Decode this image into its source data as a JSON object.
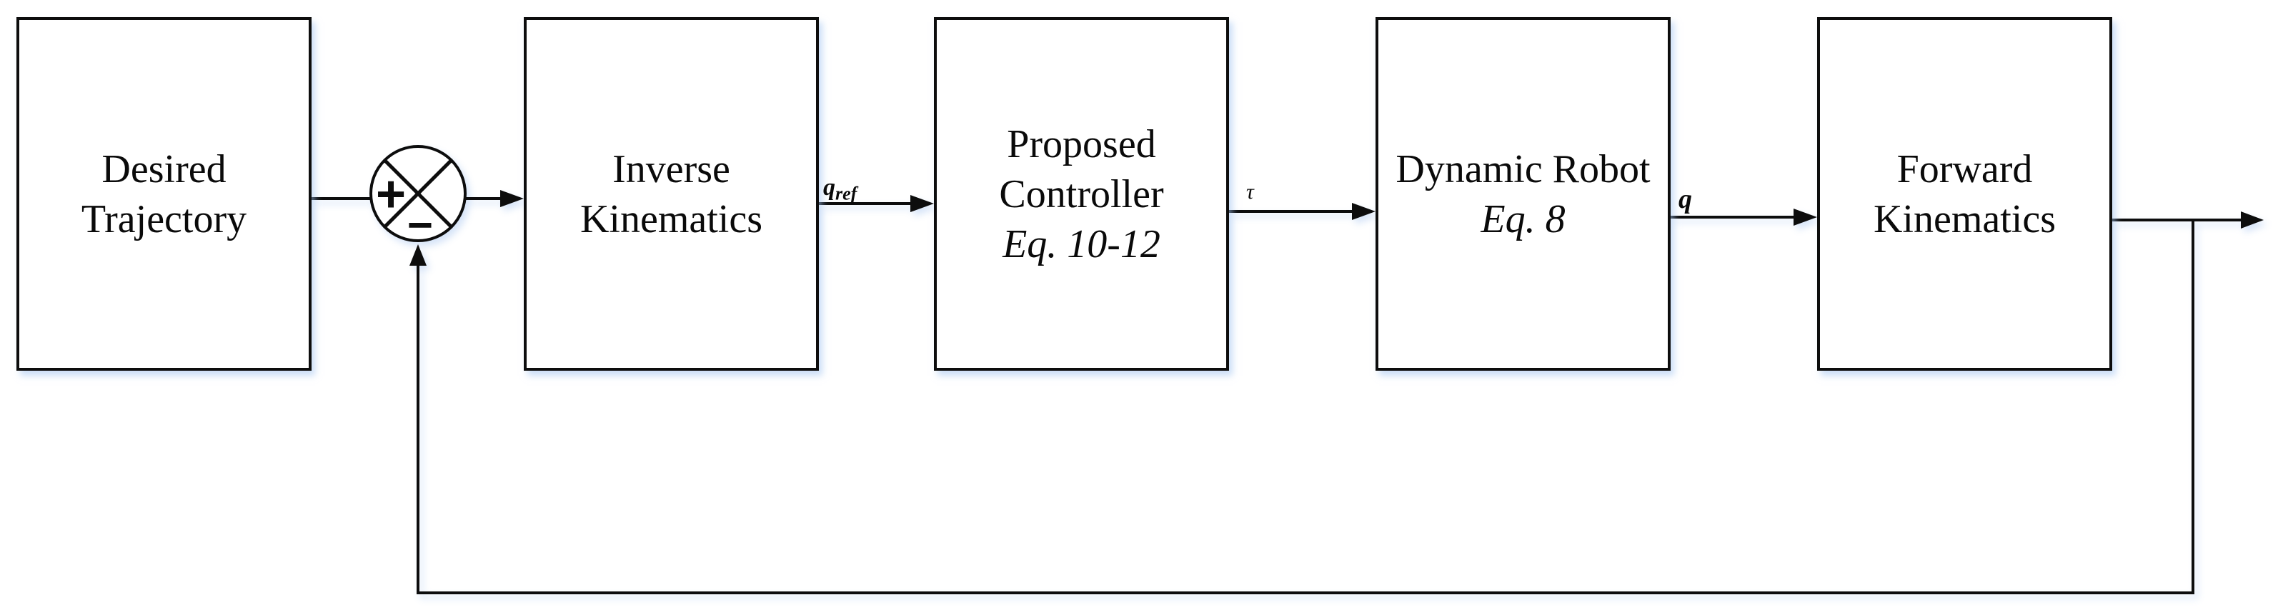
{
  "figure": {
    "type": "control-system-block-diagram",
    "colors": {
      "background": "#ffffff",
      "line": "#0d0d0d",
      "text": "#0a0a0a",
      "shadow": "rgba(165,195,240,0.5)"
    },
    "boxes": [
      {
        "name": "desired-trajectory",
        "label": "Desired\nTrajectory",
        "eq": ""
      },
      {
        "name": "inverse-kinematics",
        "label": "Inverse\nKinematics",
        "eq": ""
      },
      {
        "name": "proposed-controller",
        "label": "Proposed\nController",
        "eq": "Eq. 10-12"
      },
      {
        "name": "dynamic-robot",
        "label": "Dynamic Robot",
        "eq": "Eq. 8"
      },
      {
        "name": "forward-kinematics",
        "label": "Forward\nKinematics",
        "eq": ""
      }
    ],
    "summing_junction": {
      "plus_label": "+",
      "minus_label": "−"
    },
    "signal_labels": {
      "q_ref_base": "q",
      "q_ref_sub": "ref",
      "tau": "τ",
      "q": "q"
    }
  }
}
